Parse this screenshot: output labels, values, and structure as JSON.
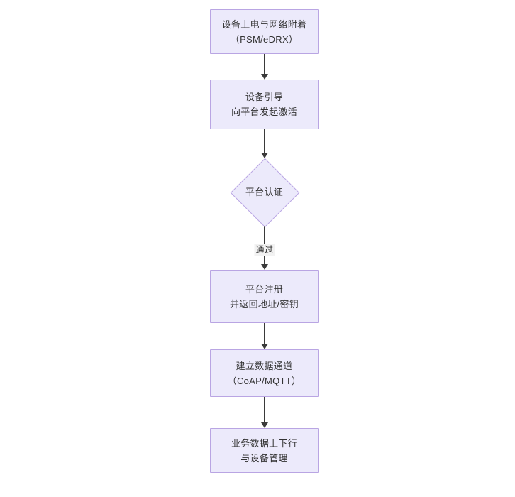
{
  "diagram": {
    "type": "flowchart",
    "orientation": "top-to-bottom",
    "background_color": "#FFFFFF",
    "node_fill_color": "#ECEAFB",
    "node_border_color": "#B9A5E3",
    "text_color": "#333333",
    "edge_color": "#3A3A3A",
    "nodes": [
      {
        "id": "n1",
        "shape": "rectangle",
        "lines": [
          "设备上电与网络附着",
          "（PSM/eDRX）"
        ]
      },
      {
        "id": "n2",
        "shape": "rectangle",
        "lines": [
          "设备引导",
          "向平台发起激活"
        ]
      },
      {
        "id": "n3",
        "shape": "diamond",
        "lines": [
          "平台认证"
        ]
      },
      {
        "id": "n4",
        "shape": "rectangle",
        "lines": [
          "平台注册",
          "并返回地址/密钥"
        ]
      },
      {
        "id": "n5",
        "shape": "rectangle",
        "lines": [
          "建立数据通道",
          "（CoAP/MQTT）"
        ]
      },
      {
        "id": "n6",
        "shape": "rectangle",
        "lines": [
          "业务数据上下行",
          "与设备管理"
        ]
      }
    ],
    "edges": [
      {
        "id": "e1",
        "from": "n1",
        "to": "n2",
        "label": ""
      },
      {
        "id": "e2",
        "from": "n2",
        "to": "n3",
        "label": ""
      },
      {
        "id": "e3",
        "from": "n3",
        "to": "n4",
        "label": "通过"
      },
      {
        "id": "e4",
        "from": "n4",
        "to": "n5",
        "label": ""
      },
      {
        "id": "e5",
        "from": "n5",
        "to": "n6",
        "label": ""
      }
    ]
  }
}
